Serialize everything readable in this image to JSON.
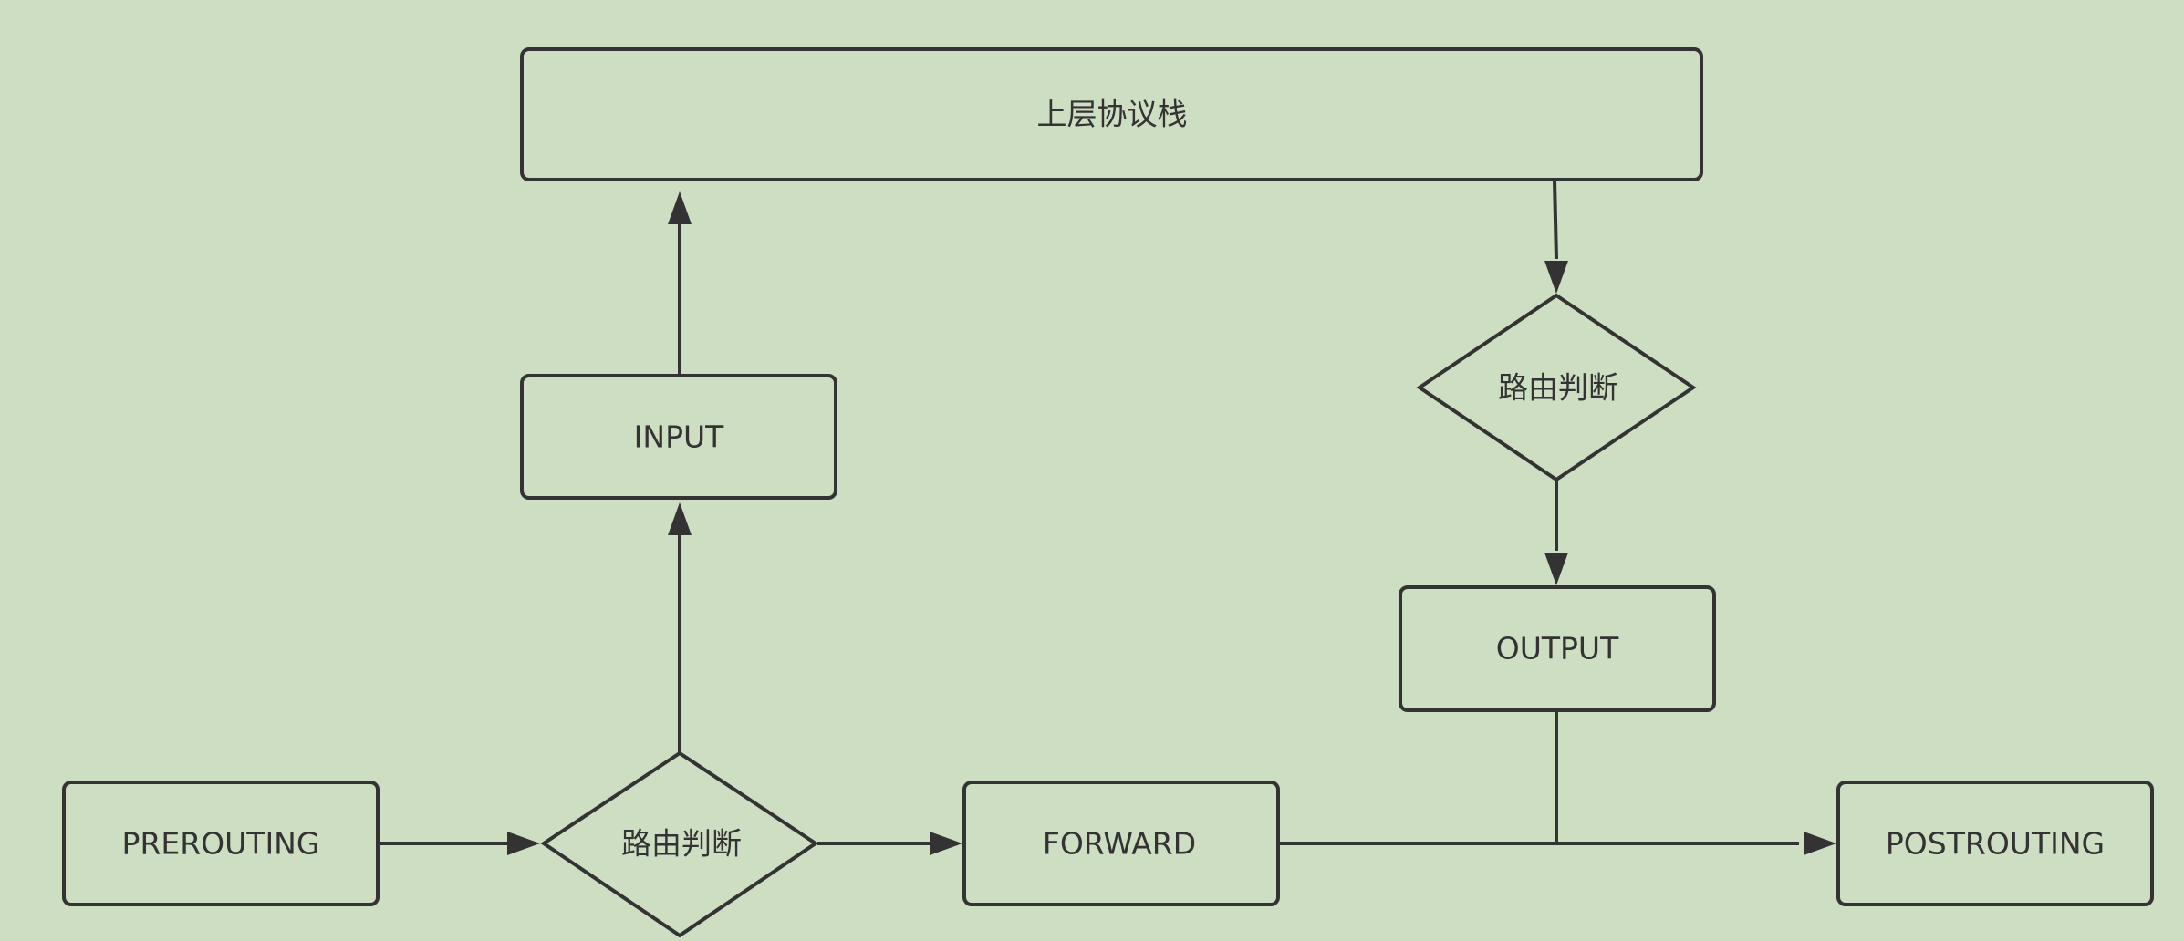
{
  "colors": {
    "background": "#cddec3",
    "stroke": "#333333",
    "text": "#333333"
  },
  "nodes": {
    "protocol_stack": "上层协议栈",
    "input": "INPUT",
    "routing_top": "路由判断",
    "output": "OUTPUT",
    "prerouting": "PREROUTING",
    "routing_bottom": "路由判断",
    "forward": "FORWARD",
    "postrouting": "POSTROUTING"
  }
}
